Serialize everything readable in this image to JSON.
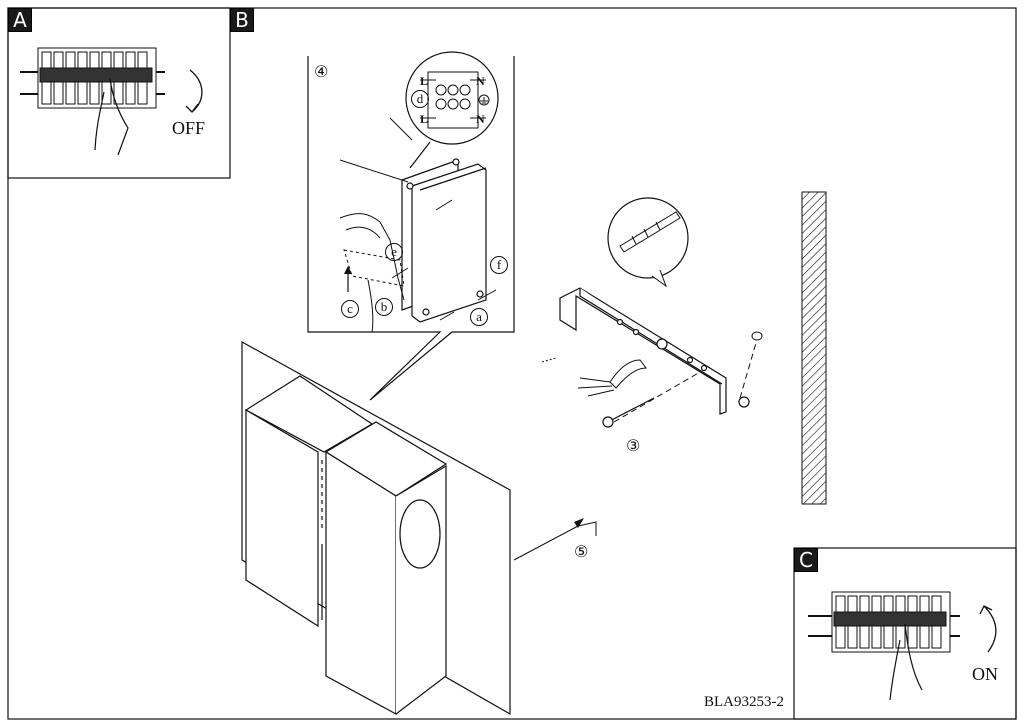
{
  "panels": {
    "a": {
      "tag": "A",
      "label": "OFF"
    },
    "b": {
      "tag": "B"
    },
    "c": {
      "tag": "C",
      "label": "ON"
    }
  },
  "steps": {
    "s3": "③",
    "s4": "④",
    "s5": "⑤",
    "a": "a",
    "b": "b",
    "c": "c",
    "d": "d",
    "e": "e",
    "f": "f"
  },
  "terminals": {
    "l_top": "L",
    "n_top": "N",
    "l_bottom": "L",
    "n_bottom": "N"
  },
  "code": "BLA93253-2",
  "icons": [
    "circuit-breaker-icon",
    "hand-icon",
    "rotate-arrow-icon",
    "ground-icon",
    "wall-hatch",
    "anchor-plug-icon"
  ]
}
